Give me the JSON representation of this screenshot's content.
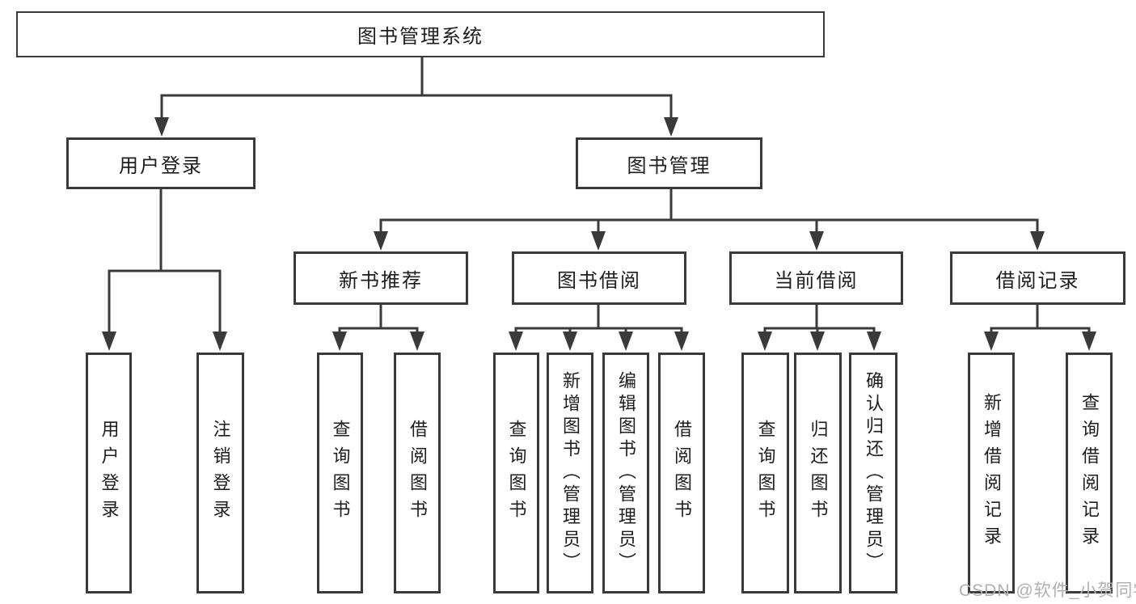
{
  "tree": {
    "root": {
      "label": "图书管理系统"
    },
    "branches": [
      {
        "label": "用户登录",
        "leaves": [
          {
            "label": "用户登录"
          },
          {
            "label": "注销登录"
          }
        ]
      },
      {
        "label": "图书管理",
        "groups": [
          {
            "label": "新书推荐",
            "leaves": [
              {
                "label": "查询图书"
              },
              {
                "label": "借阅图书"
              }
            ]
          },
          {
            "label": "图书借阅",
            "leaves": [
              {
                "label": "查询图书"
              },
              {
                "label": "新增图书（管理员）"
              },
              {
                "label": "编辑图书（管理员）"
              },
              {
                "label": "借阅图书"
              }
            ]
          },
          {
            "label": "当前借阅",
            "leaves": [
              {
                "label": "查询图书"
              },
              {
                "label": "归还图书"
              },
              {
                "label": "确认归还（管理员）"
              }
            ]
          },
          {
            "label": "借阅记录",
            "leaves": [
              {
                "label": "新增借阅记录"
              },
              {
                "label": "查询借阅记录"
              }
            ]
          }
        ]
      }
    ]
  },
  "watermark": {
    "text": "CSDN @软件_小贺同学"
  },
  "colors": {
    "line": "#3a3a3a",
    "text": "#1d1d1d",
    "watermark": "#b0b0b0",
    "background": "#ffffff"
  }
}
